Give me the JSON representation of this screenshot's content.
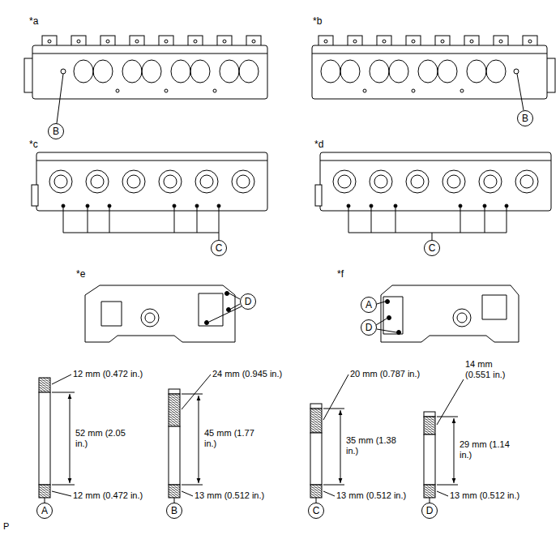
{
  "diagram": {
    "nodes": [
      {
        "text": [
          "B"
        ]
      },
      {
        "text": [
          "B"
        ]
      },
      {
        "text": [
          "C"
        ]
      },
      {
        "text": [
          "C"
        ]
      },
      {
        "text": [
          "D"
        ]
      },
      {
        "text": [
          "A"
        ]
      },
      {
        "text": [
          "D"
        ]
      },
      {
        "text": [
          "A"
        ]
      },
      {
        "text": [
          "B"
        ]
      },
      {
        "text": [
          "C"
        ]
      },
      {
        "text": [
          "D"
        ]
      }
    ],
    "labels": [
      "*a",
      "*b",
      "*c",
      "*d",
      "*e",
      "*f",
      "12 mm (0.472 in.)",
      "52 mm (2.05 in.)",
      "12 mm (0.472 in.)",
      "24 mm (0.945 in.)",
      "45 mm (1.77 in.)",
      "13 mm (0.512 in.)",
      "20 mm (0.787 in.)",
      "35 mm (1.38 in.)",
      "13 mm (0.512 in.)",
      "14 mm (0.551 in.)",
      "29 mm (1.14 in.)",
      "13 mm (0.512 in.)",
      "P"
    ]
  }
}
